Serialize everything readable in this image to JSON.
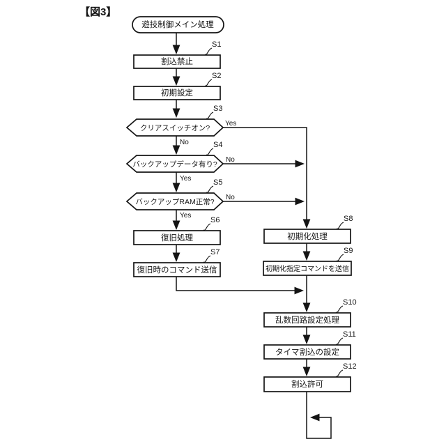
{
  "figure_title": "【図3】",
  "flowchart": {
    "start": {
      "label": "遊技制御メイン処理"
    },
    "steps": [
      {
        "id": "S1",
        "label": "割込禁止",
        "type": "process"
      },
      {
        "id": "S2",
        "label": "初期設定",
        "type": "process"
      },
      {
        "id": "S3",
        "label": "クリアスイッチオン?",
        "type": "decision",
        "yes": "Yes",
        "no": "No"
      },
      {
        "id": "S4",
        "label": "バックアップデータ有り?",
        "type": "decision",
        "yes": "Yes",
        "no": "No"
      },
      {
        "id": "S5",
        "label": "バックアップRAM正常?",
        "type": "decision",
        "yes": "Yes",
        "no": "No"
      },
      {
        "id": "S6",
        "label": "復旧処理",
        "type": "process"
      },
      {
        "id": "S7",
        "label": "復旧時のコマンド送信",
        "type": "process"
      },
      {
        "id": "S8",
        "label": "初期化処理",
        "type": "process"
      },
      {
        "id": "S9",
        "label": "初期化指定コマンドを送信",
        "type": "process"
      },
      {
        "id": "S10",
        "label": "乱数回路設定処理",
        "type": "process"
      },
      {
        "id": "S11",
        "label": "タイマ割込の設定",
        "type": "process"
      },
      {
        "id": "S12",
        "label": "割込許可",
        "type": "process"
      }
    ]
  },
  "colors": {
    "line": "#141414",
    "background": "#ffffff"
  }
}
